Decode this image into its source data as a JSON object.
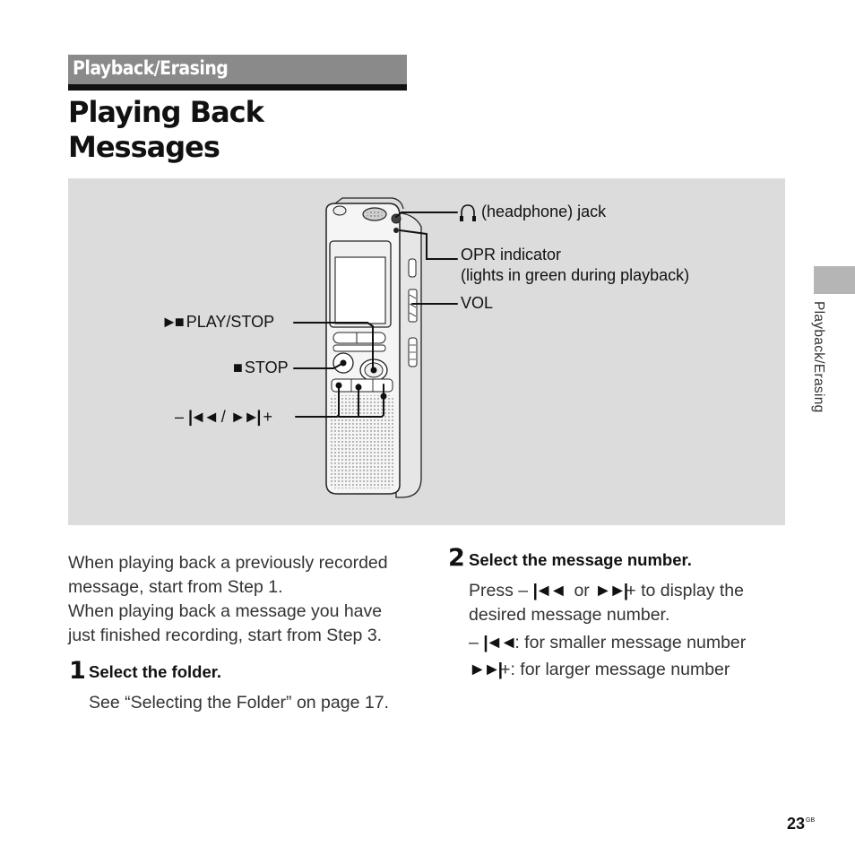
{
  "section": {
    "label": "Playback/Erasing"
  },
  "page_title": {
    "line1": "Playing Back",
    "line2": "Messages"
  },
  "figure": {
    "headphone_label": "(headphone) jack",
    "opr_label": "OPR indicator",
    "opr_sub": "(lights in green during playback)",
    "vol_label": "VOL",
    "play_stop_label": "PLAY/STOP",
    "stop_label": "STOP",
    "skip_minus": "–",
    "skip_sep": "/",
    "skip_plus": "+"
  },
  "intro": {
    "line1": "When playing back a previously recorded",
    "line2": "message, start from Step 1.",
    "line3": "When playing back a message you have",
    "line4": "just finished recording, start from Step 3."
  },
  "step1": {
    "number": "1",
    "heading": "Select the folder.",
    "text": "See “Selecting the Folder” on page 17."
  },
  "step2": {
    "number": "2",
    "heading": "Select the message number.",
    "press": "Press –",
    "or": "or",
    "after": "+ to display the",
    "line2": "desired message number.",
    "smaller_prefix": "–",
    "smaller": ": for smaller message number",
    "larger": "+: for larger message number"
  },
  "sidebar": {
    "label": "Playback/Erasing"
  },
  "page": {
    "number": "23",
    "suffix": "GB"
  },
  "icons": {
    "headphone": "headphone-icon",
    "play_stop": "play-stop-icon",
    "stop": "stop-icon",
    "prev": "skip-back-icon",
    "next": "skip-forward-icon"
  },
  "colors": {
    "section_bar": "#8a8a8a",
    "figure_bg": "#dcdcdc",
    "side_tab": "#b5b5b5"
  }
}
